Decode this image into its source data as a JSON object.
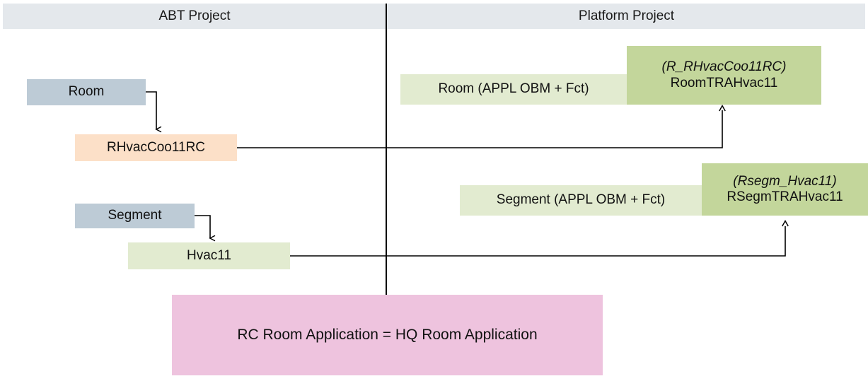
{
  "header": {
    "left_title": "ABT Project",
    "right_title": "Platform Project"
  },
  "nodes": {
    "room": {
      "label": "Room"
    },
    "rhvac": {
      "label": "RHvacCoo11RC"
    },
    "segment": {
      "label": "Segment"
    },
    "hvac11": {
      "label": "Hvac11"
    },
    "room_appl": {
      "label": "Room (APPL OBM + Fct)"
    },
    "room_tra": {
      "sub_label": "(R_RHvacCoo11RC)",
      "label": "RoomTRAHvac11"
    },
    "segment_appl": {
      "label": "Segment (APPL OBM + Fct)"
    },
    "rsegm_tra": {
      "sub_label": "(Rsegm_Hvac11)",
      "label": "RSegmTRAHvac11"
    },
    "note": {
      "label": "RC Room Application = HQ Room Application"
    }
  },
  "colors": {
    "header_band": "#e4e8ec",
    "blue_gray": "#bdcbd6",
    "peach": "#fce0c8",
    "light_green": "#e2ebd0",
    "dark_green": "#c3d69b",
    "pink": "#eec3de",
    "line": "#000000"
  },
  "connectors": [
    {
      "name": "room-to-rhvac",
      "kind": "elbow-down-arrow"
    },
    {
      "name": "segment-to-hvac11",
      "kind": "elbow-down-arrow"
    },
    {
      "name": "rhvac-to-roomtra",
      "kind": "elbow-up-arrow"
    },
    {
      "name": "hvac11-to-rsegmtra",
      "kind": "elbow-up-arrow"
    }
  ]
}
